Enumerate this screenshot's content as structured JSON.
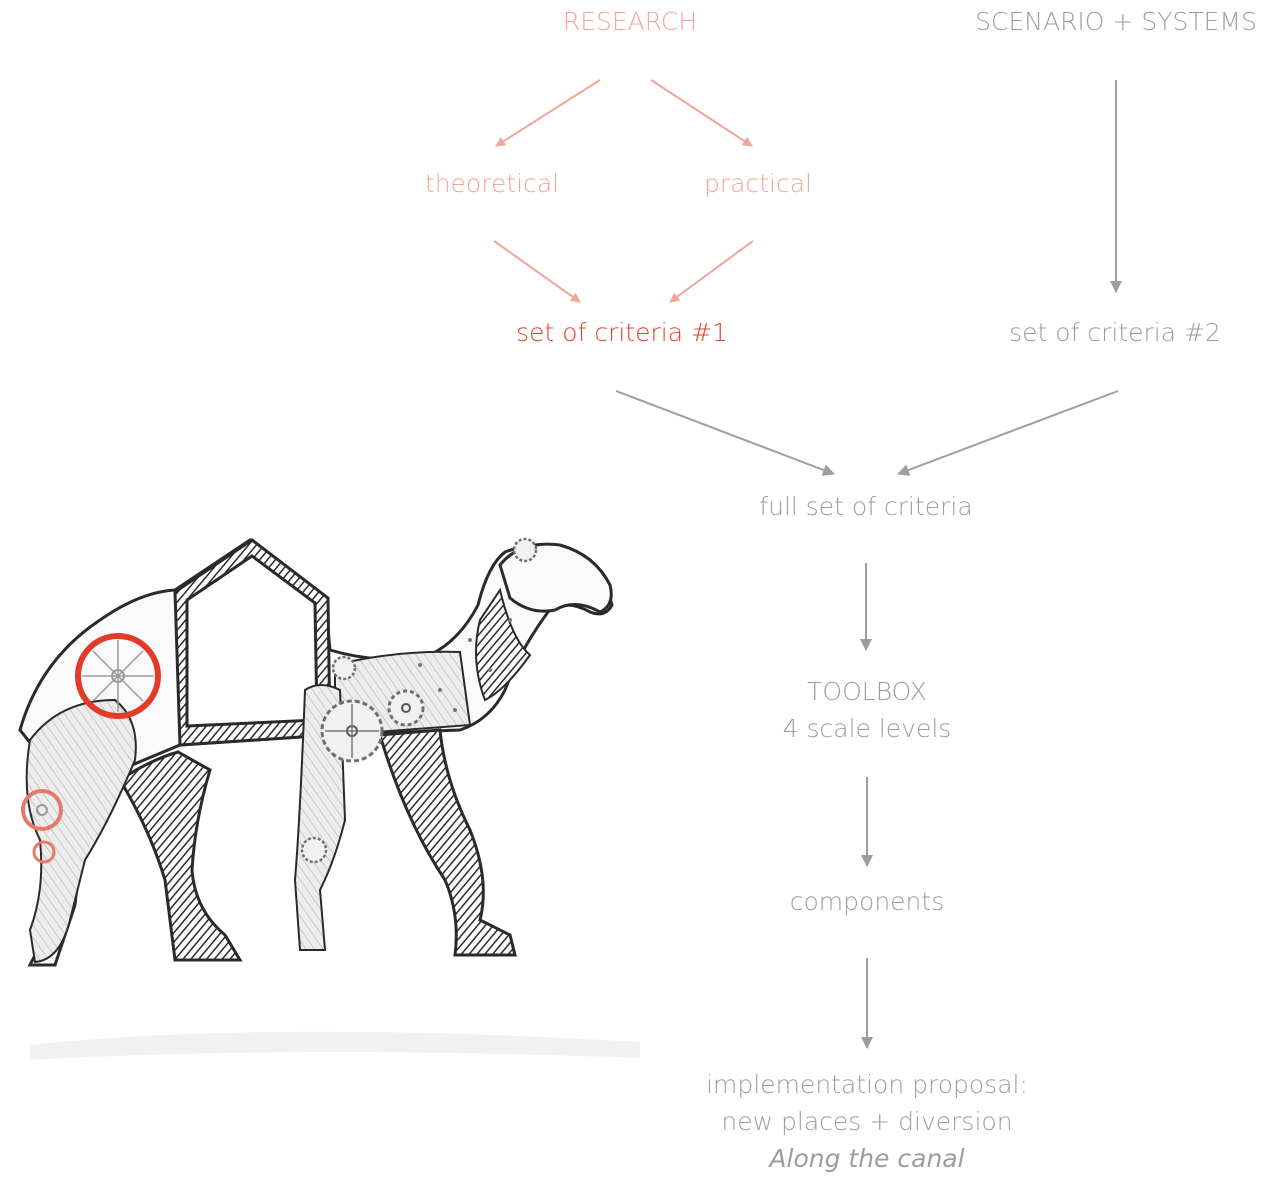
{
  "colors": {
    "pink": "#f2a598",
    "red": "#e8402e",
    "gray": "#9d9d9d",
    "sketch_line": "#2a2a2a",
    "sketch_fill": "#d8d8d8",
    "gear_red": "#e23b2a"
  },
  "nodes": {
    "research": "RESEARCH",
    "scenario_systems": "SCENARIO + SYSTEMS",
    "theoretical": "theoretical",
    "practical": "practical",
    "criteria_1": "set of criteria #1",
    "criteria_2": "set of criteria #2",
    "full_set": "full set of criteria",
    "toolbox_title": "TOOLBOX",
    "toolbox_sub": "4 scale levels",
    "components": "components",
    "implementation_line1": "implementation proposal:",
    "implementation_line2": "new places + diversion",
    "implementation_line3": "Along the canal"
  },
  "illustration": {
    "subject": "mechanical camel sketch",
    "icon": "mechanical-camel-icon"
  }
}
